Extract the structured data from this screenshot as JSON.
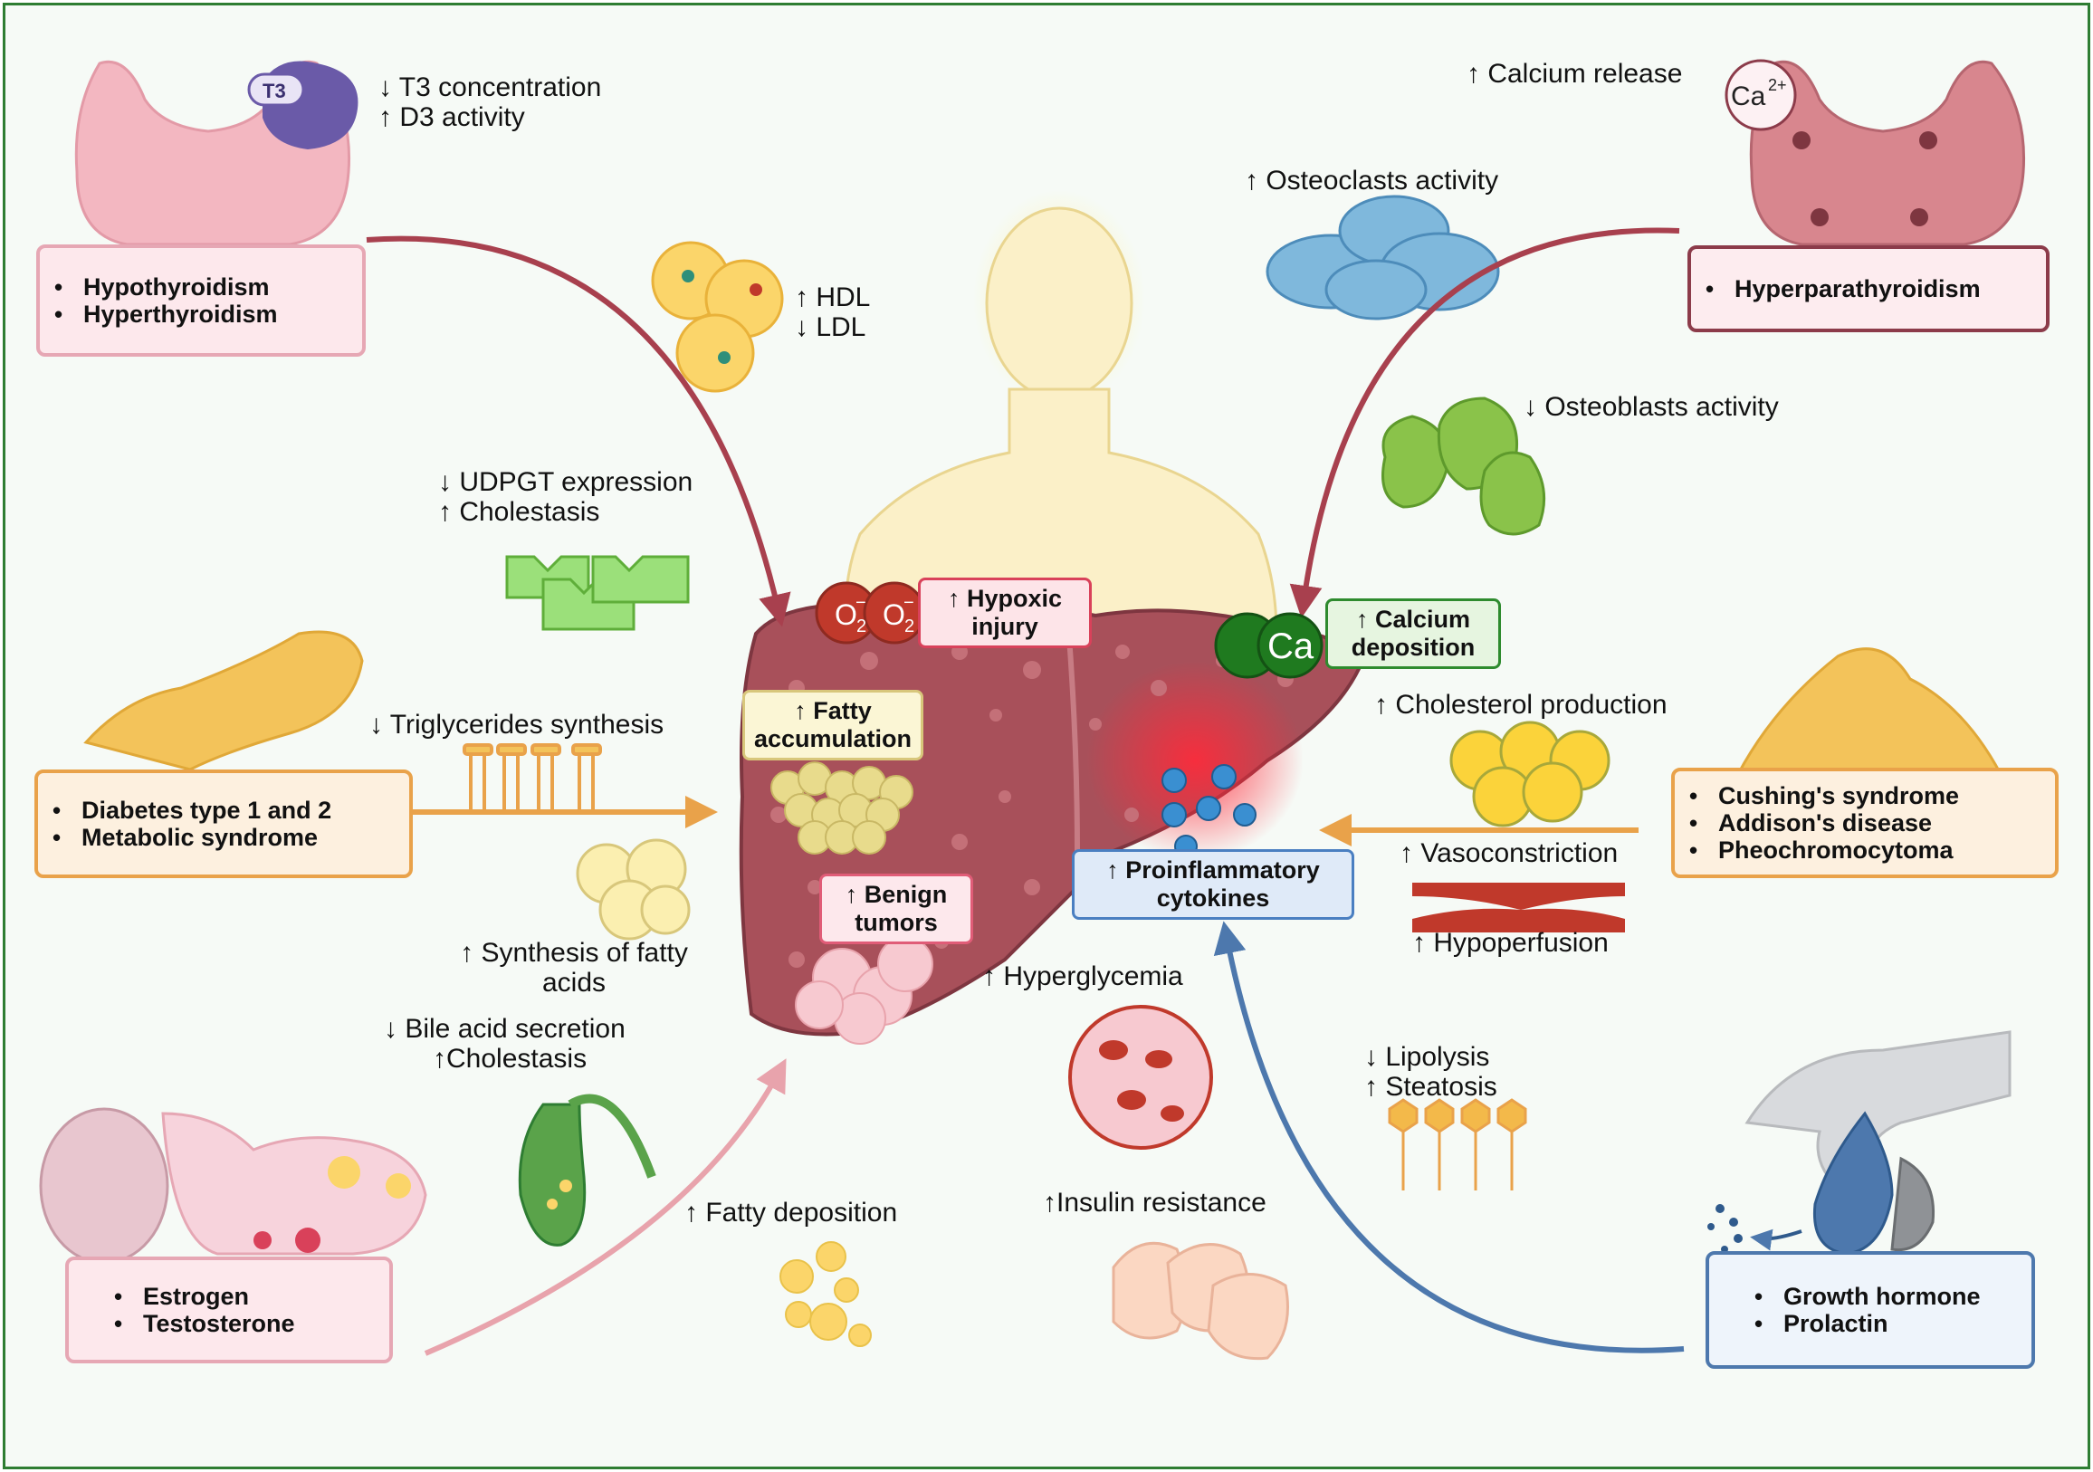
{
  "colors": {
    "frame": "#2e7d32",
    "maroon_arrow": "#a8404e",
    "orange_arrow": "#e9a24a",
    "blue_arrow": "#4d78ad",
    "pink_arrow": "#e8a3ac",
    "liver": "#a8505a"
  },
  "boxes": {
    "thyroid": [
      "Hypothyroidism",
      "Hyperthyroidism"
    ],
    "parathyroid": [
      "Hyperparathyroidism"
    ],
    "pancreas": [
      "Diabetes type 1 and 2",
      "Metabolic syndrome"
    ],
    "adrenal": [
      "Cushing's syndrome",
      "Addison's disease",
      "Pheochromocytoma"
    ],
    "gonads": [
      "Estrogen",
      "Testosterone"
    ],
    "pituitary": [
      "Growth hormone",
      "Prolactin"
    ]
  },
  "labels": {
    "t3": "↓ T3 concentration",
    "d3": "↑ D3 activity",
    "t3_badge": "T3",
    "hdl": "↑ HDL",
    "ldl": "↓ LDL",
    "udpgt": "↓ UDPGT expression",
    "cholestasis1": "↑ Cholestasis",
    "triglycerides": "↓ Triglycerides synthesis",
    "fatty_acids_1": "↑ Synthesis of fatty",
    "fatty_acids_2": "acids",
    "bile_acid": "↓ Bile acid secretion",
    "cholestasis2": "↑Cholestasis",
    "fatty_deposition": "↑ Fatty deposition",
    "calcium_release": "↑ Calcium release",
    "ca_badge": "Ca",
    "ca_charge": "2+",
    "osteoclasts": "↑ Osteoclasts activity",
    "osteoblasts": "↓ Osteoblasts activity",
    "cholesterol": "↑ Cholesterol production",
    "vasoconstriction": "↑ Vasoconstriction",
    "hypoperfusion": "↑ Hypoperfusion",
    "hyperglycemia": "↑ Hyperglycemia",
    "lipolysis": "↓ Lipolysis",
    "steatosis": "↑ Steatosis",
    "insulin": "↑Insulin resistance",
    "o2": "O",
    "o2_sub": "2",
    "o2_sup": "−",
    "ca_liver": "Ca"
  },
  "tags": {
    "hypoxic_1": "↑ Hypoxic",
    "hypoxic_2": "injury",
    "calcium_1": "↑ Calcium",
    "calcium_2": "deposition",
    "fatty_1": "↑ Fatty",
    "fatty_2": "accumulation",
    "benign_1": "↑ Benign",
    "benign_2": "tumors",
    "cytokines_1": "↑ Proinflammatory",
    "cytokines_2": "cytokines"
  }
}
